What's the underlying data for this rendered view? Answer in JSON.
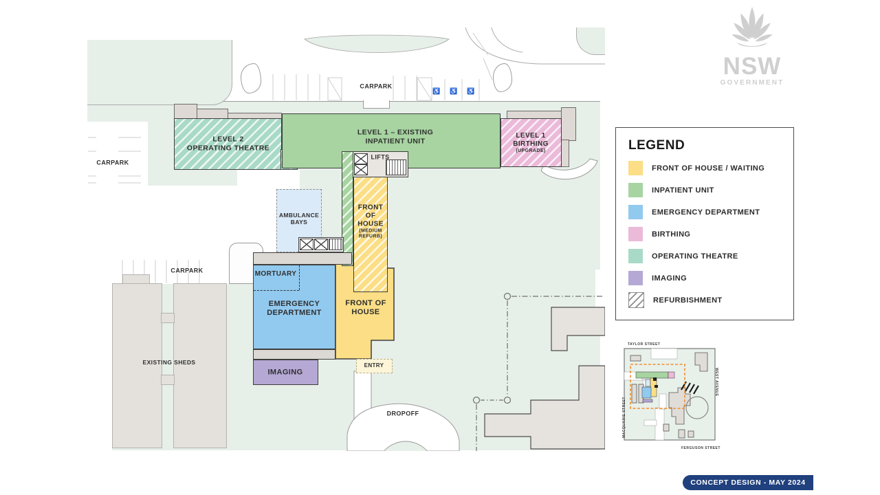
{
  "logo": {
    "org": "NSW",
    "sub": "GOVERNMENT"
  },
  "footer": {
    "badge": "CONCEPT DESIGN - MAY 2024"
  },
  "plan": {
    "areas": {
      "carpark_top": "CARPARK",
      "carpark_left": "CARPARK",
      "carpark_mid": "CARPARK",
      "existing_sheds": "EXISTING SHEDS",
      "dropoff": "DROPOFF",
      "entry": "ENTRY",
      "lifts": "LIFTS",
      "mortuary": "MORTUARY",
      "imaging": "IMAGING",
      "ambulance": {
        "line1": "AMBULANCE",
        "line2": "BAYS"
      },
      "operating_theatre": {
        "line1": "LEVEL 2",
        "line2": "OPERATING THEATRE"
      },
      "inpatient": {
        "line1": "LEVEL 1 – EXISTING",
        "line2": "INPATIENT UNIT"
      },
      "birthing": {
        "line1": "LEVEL 1",
        "line2": "BIRTHING",
        "line3": "(UPGRADE)"
      },
      "foh_refurb": {
        "line1": "FRONT",
        "line2": "OF",
        "line3": "HOUSE",
        "line4": "(MEDIUM",
        "line5": "REFURB)"
      },
      "emergency": {
        "line1": "EMERGENCY",
        "line2": "DEPARTMENT"
      },
      "front_of_house": {
        "line1": "FRONT OF",
        "line2": "HOUSE"
      }
    },
    "icons": {
      "accessible_parking": "♿"
    }
  },
  "legend": {
    "title": "LEGEND",
    "items": [
      {
        "label": "FRONT OF HOUSE / WAITING",
        "color": "#FBDE85",
        "hatched": false
      },
      {
        "label": "INPATIENT UNIT",
        "color": "#A7D4A1",
        "hatched": false
      },
      {
        "label": "EMERGENCY DEPARTMENT",
        "color": "#92C9EE",
        "hatched": false
      },
      {
        "label": "BIRTHING",
        "color": "#EBBAD9",
        "hatched": false
      },
      {
        "label": "OPERATING THEATRE",
        "color": "#A9DAC7",
        "hatched": false
      },
      {
        "label": "IMAGING",
        "color": "#B5A8D5",
        "hatched": false
      },
      {
        "label": "REFURBISHMENT",
        "color": "#FFFFFF",
        "hatched": true
      }
    ]
  },
  "minimap": {
    "streets": {
      "top": "TAYLOR STREET",
      "right": "WEST AVENUE",
      "left": "MACQUARIE STREET",
      "bottom": "FERGUSON STREET"
    },
    "highlight_color": "#F09030"
  },
  "colors": {
    "background_green": "#E7EFE9",
    "front_of_house": "#FBDE85",
    "inpatient": "#A7D4A1",
    "emergency": "#92C9EE",
    "birthing": "#EBBAD9",
    "operating_theatre": "#A9DAC7",
    "imaging": "#B5A8D5",
    "ambulance_bays": "#DBEAF8",
    "entry": "#FCF5D8",
    "badge_navy": "#20407E",
    "logo_gray": "#CFCFCF"
  }
}
